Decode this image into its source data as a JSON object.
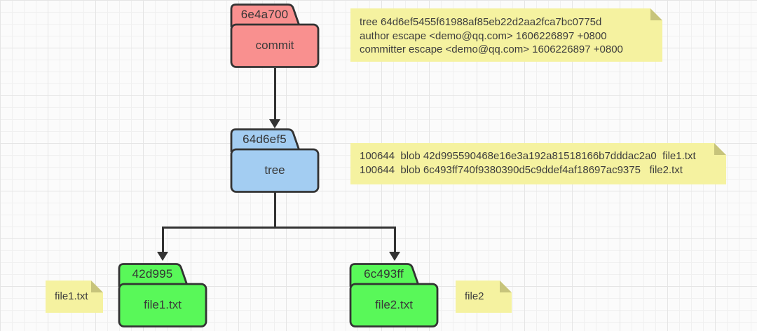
{
  "diagram": {
    "commit_node": {
      "hash": "6e4a700",
      "label": "commit"
    },
    "tree_node": {
      "hash": "64d6ef5",
      "label": "tree"
    },
    "blob1_node": {
      "hash": "42d995",
      "label": "file1.txt"
    },
    "blob2_node": {
      "hash": "6c493ff",
      "label": "file2.txt"
    },
    "commit_note": {
      "line1": "tree 64d6ef5455f61988af85eb22d2aa2fca7bc0775d",
      "line2": "author escape <demo@qq.com> 1606226897 +0800",
      "line3": "committer escape <demo@qq.com> 1606226897 +0800"
    },
    "tree_note": {
      "line1": "100644  blob 42d995590468e16e3a192a81518166b7dddac2a0  file1.txt",
      "line2": "100644  blob 6c493ff740f9380390d5c9ddef4af18697ac9375   file2.txt"
    },
    "blob1_note": {
      "text": "file1.txt"
    },
    "blob2_note": {
      "text": "file2"
    },
    "colors": {
      "commit_fill": "#f9908f",
      "tree_fill": "#a3cdf2",
      "blob_fill": "#59f859",
      "note_bg": "#f5f2a0",
      "note_fold": "#c7c47b",
      "stroke": "#333333"
    }
  }
}
